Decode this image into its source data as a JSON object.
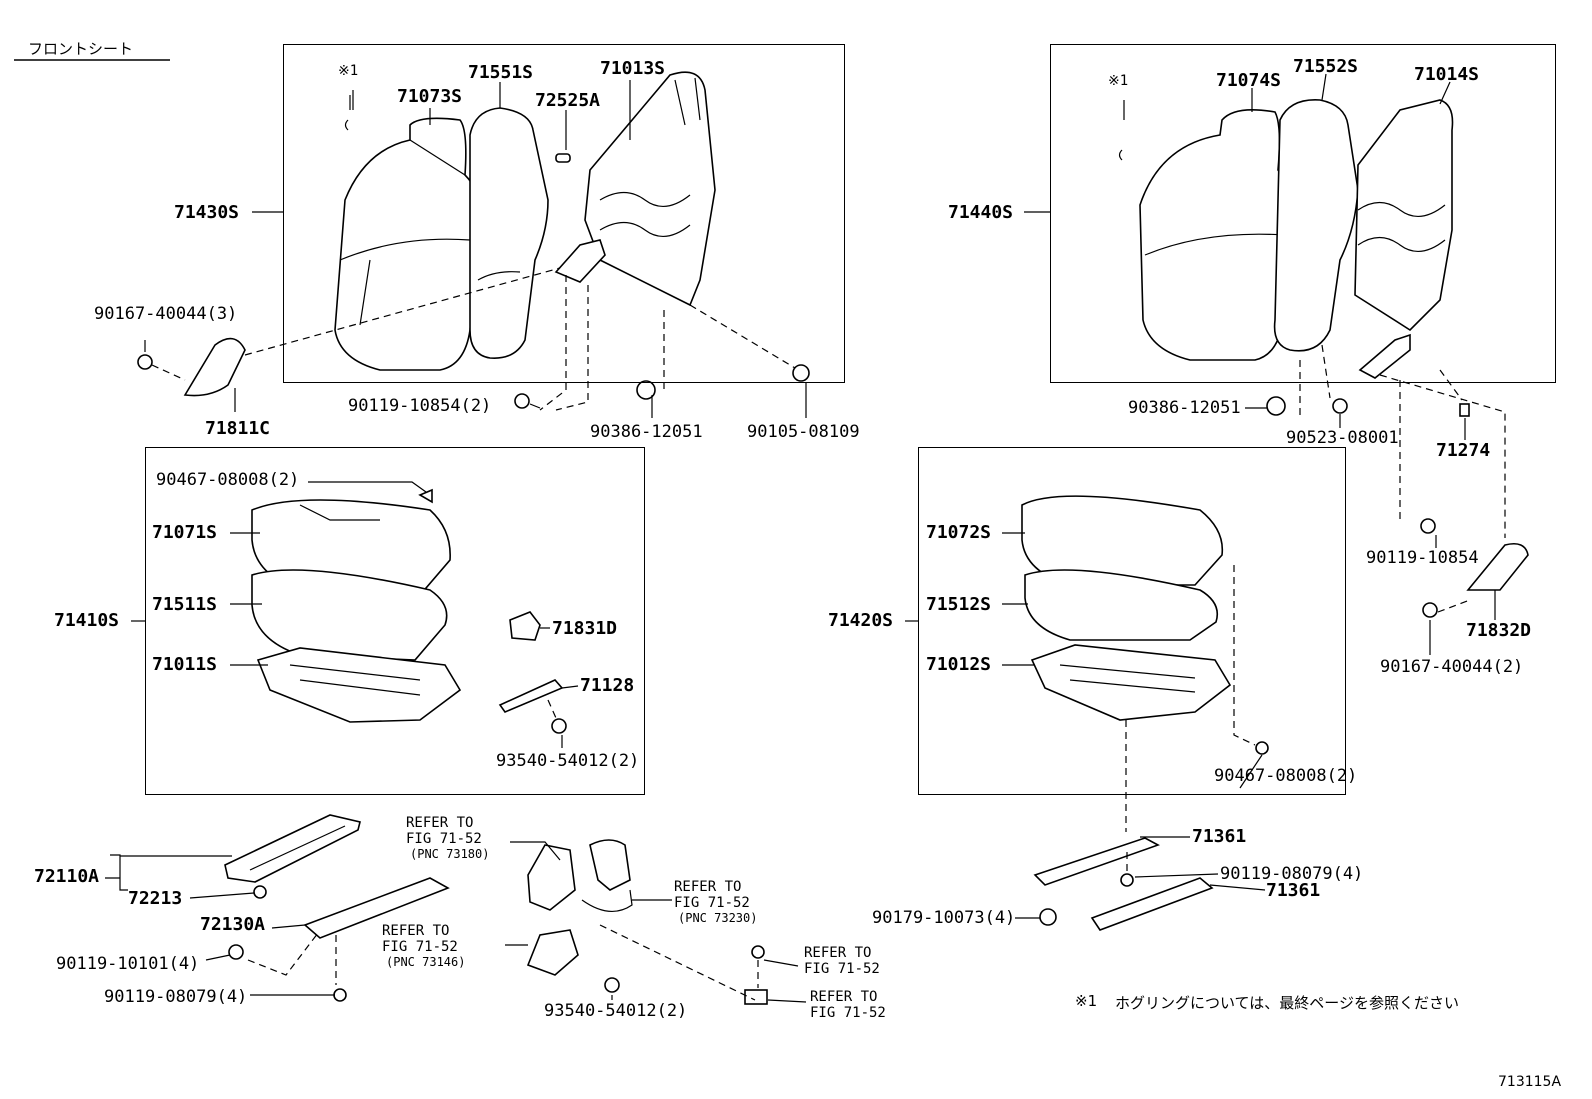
{
  "header": {
    "title": "フロントシート"
  },
  "footer": {
    "figure_code": "713115A",
    "note_mark": "※1",
    "note": "ホグリングについては、最終ページを参照ください"
  },
  "left_assembly": {
    "backrest_label": "71430S",
    "note_mark": "※1",
    "parts": [
      "71073S",
      "71551S",
      "71013S",
      "72525A"
    ],
    "cushion_label": "71410S",
    "cushion_parts": [
      "71071S",
      "71511S",
      "71011S"
    ],
    "fasteners": {
      "hinge_bolt": "90167-40044(3)",
      "hinge_cover": "71811C",
      "bolt_a": "90119-10854(2)",
      "clip_a": "90386-12051",
      "bolt_b": "90105-08109",
      "hog_ring": "90467-08008(2)",
      "cover_71831": "71831D",
      "cover_71128": "71128",
      "screw": "93540-54012(2)"
    }
  },
  "right_assembly": {
    "backrest_label": "71440S",
    "note_mark": "※1",
    "parts": [
      "71074S",
      "71552S",
      "71014S"
    ],
    "cushion_label": "71420S",
    "cushion_parts": [
      "71072S",
      "71512S",
      "71012S"
    ],
    "fasteners": {
      "clip_a": "90386-12051",
      "clip_b": "90523-08001",
      "cap": "71274",
      "bolt_a": "90119-10854",
      "hinge_cover": "71832D",
      "hinge_bolt": "90167-40044(2)",
      "hog_ring": "90467-08008(2)"
    }
  },
  "left_tracks": {
    "track": "72110A",
    "knob": "72213",
    "rail": "72130A",
    "bolt_a": "90119-10101(4)",
    "bolt_b": "90119-08079(4)"
  },
  "refs": {
    "refer_1": [
      "REFER TO",
      "FIG 71-52",
      "(PNC 73180)"
    ],
    "refer_2": [
      "REFER TO",
      "FIG 71-52",
      "(PNC 73230)"
    ],
    "refer_3": [
      "REFER TO",
      "FIG 71-52",
      "(PNC 73146)"
    ],
    "refer_4": [
      "REFER TO",
      "FIG 71-52"
    ],
    "refer_5": [
      "REFER TO",
      "FIG 71-52"
    ],
    "screw": "93540-54012(2)"
  },
  "right_tracks": {
    "rail_1": "71361",
    "rail_2": "71361",
    "bolt": "90119-08079(4)",
    "nut": "90179-10073(4)"
  }
}
